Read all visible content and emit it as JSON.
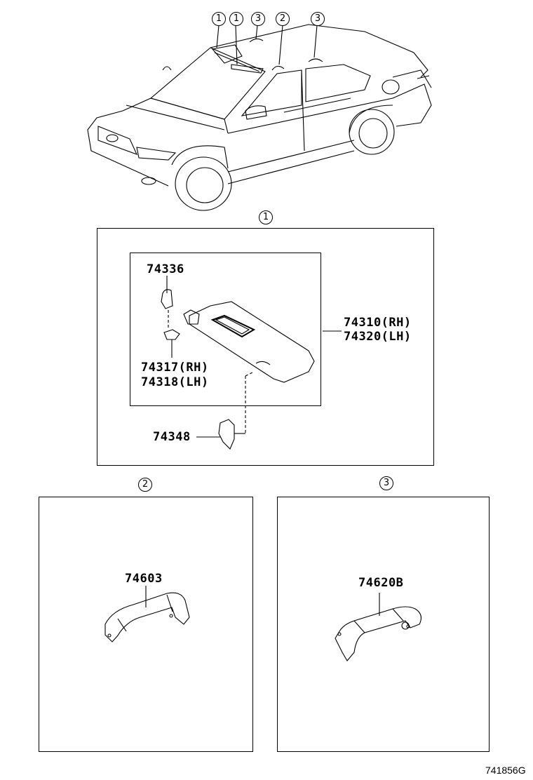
{
  "diagram_id": "741856G",
  "overview": {
    "callouts": [
      "1",
      "1",
      "3",
      "2",
      "3"
    ]
  },
  "section_1": {
    "marker": "1",
    "parts": {
      "clip": "74336",
      "visor_rh": "74310(RH)",
      "visor_lh": "74320(LH)",
      "holder_rh": "74317(RH)",
      "holder_lh": "74318(LH)",
      "hook": "74348"
    }
  },
  "section_2": {
    "marker": "2",
    "part": "74603"
  },
  "section_3": {
    "marker": "3",
    "part": "74620B"
  }
}
